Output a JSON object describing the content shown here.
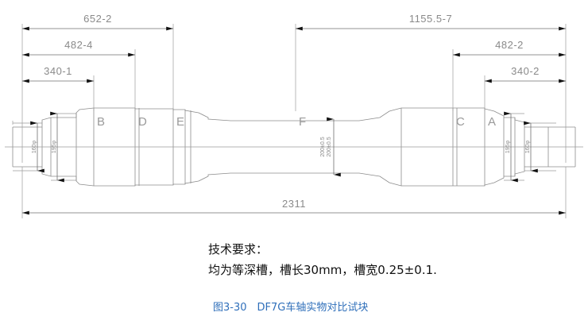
{
  "drawing": {
    "title_caption": "图3-30　DF7G车轴实物对比试块",
    "caption_color": "#2f6fba",
    "line_color": "#9a9a9a",
    "text_color": "#8a8a8a",
    "background": "#ffffff"
  },
  "dimensions": {
    "top": [
      {
        "id": "dim-652-2",
        "label": "652-2"
      },
      {
        "id": "dim-482-4",
        "label": "482-4"
      },
      {
        "id": "dim-340-1",
        "label": "340-1"
      },
      {
        "id": "dim-1155-5-7",
        "label": "1155.5-7"
      },
      {
        "id": "dim-482-2",
        "label": "482-2"
      },
      {
        "id": "dim-340-2",
        "label": "340-2"
      }
    ],
    "bottom": [
      {
        "id": "dim-total",
        "label": "2311"
      }
    ],
    "vertical_left": [
      {
        "id": "dia-160-left",
        "label": "160φ"
      },
      {
        "id": "dia-195-left",
        "label": "195φ"
      }
    ],
    "vertical_center": [
      {
        "id": "dia-200-a",
        "label": "200±0.5"
      },
      {
        "id": "dia-200-b",
        "label": "200±0.5"
      }
    ],
    "vertical_right": [
      {
        "id": "dia-195-right",
        "label": "195φ"
      },
      {
        "id": "dia-160-right",
        "label": "160φ"
      }
    ]
  },
  "zone_labels": [
    {
      "id": "zone-b",
      "label": "B"
    },
    {
      "id": "zone-d",
      "label": "D"
    },
    {
      "id": "zone-e",
      "label": "E"
    },
    {
      "id": "zone-f",
      "label": "F"
    },
    {
      "id": "zone-c",
      "label": "C"
    },
    {
      "id": "zone-a",
      "label": "A"
    }
  ],
  "notes": {
    "title": "技术要求：",
    "body": "均为等深槽，槽长30mm，槽宽0.25±0.1."
  }
}
